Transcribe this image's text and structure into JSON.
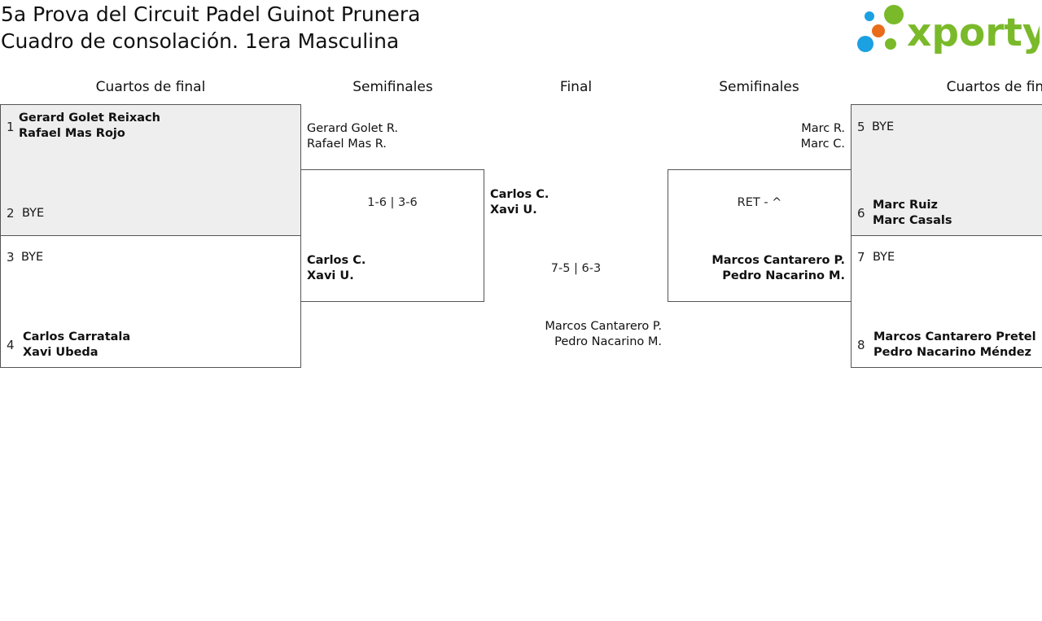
{
  "header": {
    "title_line1": "5a Prova del Circuit Padel Guinot Prunera",
    "title_line2": "Cuadro de consolación. 1era Masculina",
    "logo_text": "xporty"
  },
  "rounds": {
    "left_qf": "Cuartos de final",
    "left_sf": "Semifinales",
    "final": "Final",
    "right_sf": "Semifinales",
    "right_qf": "Cuartos de final"
  },
  "left_qf": {
    "m1": {
      "top": {
        "seed": "1",
        "p1": "Gerard Golet Reixach",
        "p2": "Rafael Mas Rojo"
      },
      "bottom": {
        "seed": "2",
        "p1": "BYE"
      }
    },
    "m2": {
      "top": {
        "seed": "3",
        "p1": "BYE"
      },
      "bottom": {
        "seed": "4",
        "p1": "Carlos Carratala",
        "p2": "Xavi Ubeda"
      }
    }
  },
  "left_sf": {
    "top": {
      "p1": "Gerard Golet R.",
      "p2": "Rafael Mas R."
    },
    "score": "1-6 | 3-6",
    "bottom": {
      "p1": "Carlos C.",
      "p2": "Xavi U."
    }
  },
  "final": {
    "left": {
      "p1": "Carlos C.",
      "p2": "Xavi U."
    },
    "score": "7-5 | 6-3",
    "right": {
      "p1": "Marcos Cantarero P.",
      "p2": "Pedro Nacarino M."
    }
  },
  "right_sf": {
    "top": {
      "p1": "Marc R.",
      "p2": "Marc C."
    },
    "score": "RET - ^",
    "bottom": {
      "p1": "Marcos Cantarero P.",
      "p2": "Pedro Nacarino M."
    }
  },
  "right_qf": {
    "m3": {
      "top": {
        "seed": "5",
        "p1": "BYE"
      },
      "bottom": {
        "seed": "6",
        "p1": "Marc Ruiz",
        "p2": "Marc Casals"
      }
    },
    "m4": {
      "top": {
        "seed": "7",
        "p1": "BYE"
      },
      "bottom": {
        "seed": "8",
        "p1": "Marcos Cantarero Pretel",
        "p2": "Pedro Nacarino Méndez"
      }
    }
  },
  "colors": {
    "logo_green": "#7aba2a",
    "dot_blue": "#1ba0e2",
    "dot_orange": "#e86c1a",
    "dot_green": "#7aba2a",
    "box_fill": "#eeeeee"
  }
}
